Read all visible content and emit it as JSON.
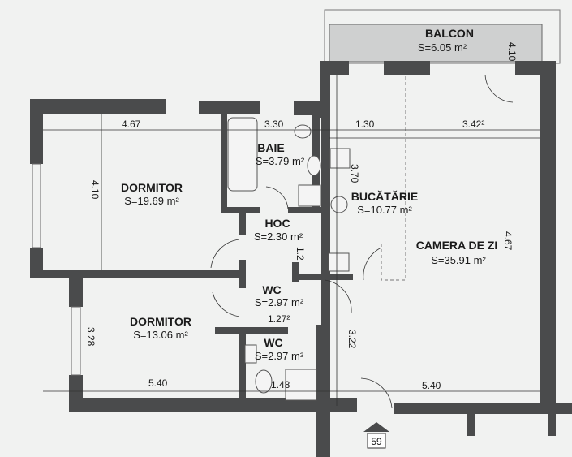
{
  "rooms": [
    {
      "name": "BALCON",
      "area": "S=6.05 m²"
    },
    {
      "name": "DORMITOR",
      "area": "S=19.69 m²"
    },
    {
      "name": "BAIE",
      "area": "S=3.79 m²"
    },
    {
      "name": "HOC",
      "area": "S=2.30 m²"
    },
    {
      "name": "BUCĂTĂRIE",
      "area": "S=10.77 m²"
    },
    {
      "name": "CAMERA DE ZI",
      "area": "S=35.91 m²"
    },
    {
      "name": "WC",
      "area": "S=2.97 m²"
    },
    {
      "name": "DORMITOR",
      "area": "S=13.06 m²"
    },
    {
      "name": "WC",
      "area": "S=2.97 m²"
    }
  ],
  "dimensions": [
    "4.10",
    "4.67",
    "4.10",
    "3.30",
    "1.30",
    "3.42²",
    "3.70",
    "4.67",
    "1.2",
    "1.27²",
    "3.28",
    "3.22",
    "5.40",
    "1.48",
    "5.40"
  ],
  "entrance_number": "59",
  "colors": {
    "wall": "#4a4b4c",
    "background": "#f1f2f1"
  }
}
